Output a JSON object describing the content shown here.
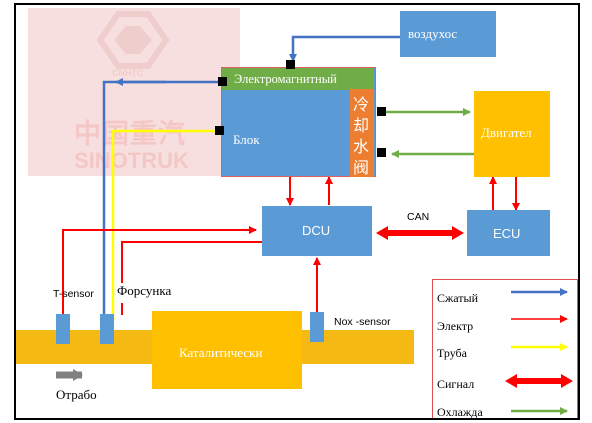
{
  "watermark": {
    "cn": "中国重汽",
    "en": "SINOTRUK",
    "logo": "CNHTC"
  },
  "blocks": {
    "air_hose": "воздухос",
    "solenoid": "Электромагнитный",
    "unit": "Блок",
    "coolant_valve_cn": [
      "冷",
      "却",
      "水",
      "阀"
    ],
    "engine": "Двигател",
    "dcu": "DCU",
    "ecu": "ECU",
    "catalyst": "Каталитически",
    "t_sensor": "T-sensor",
    "injector": "Форсунка",
    "nox_sensor": "Nox -sensor",
    "exhaust": "Отрабо",
    "can": "CAN"
  },
  "legend": [
    {
      "label": "Сжатый",
      "color": "#4472c4",
      "kind": "thin"
    },
    {
      "label": "Электр",
      "color": "#ff0000",
      "kind": "thin"
    },
    {
      "label": "Труба",
      "color": "#ffff00",
      "kind": "thin"
    },
    {
      "label": "Сигнал",
      "color": "#ff0000",
      "kind": "double"
    },
    {
      "label": "Охлажда",
      "color": "#70ad47",
      "kind": "thin"
    }
  ],
  "colors": {
    "blue_box": "#5b9bd5",
    "orange_box": "#ffc000",
    "exhaust_pipe": "#f5b914",
    "solenoid_green": "#70ad47",
    "valve_orange": "#ed7d31",
    "air_line": "#4472c4",
    "power_line": "#ff0000",
    "urea_line": "#ffff00",
    "coolant_line": "#70ad47"
  }
}
